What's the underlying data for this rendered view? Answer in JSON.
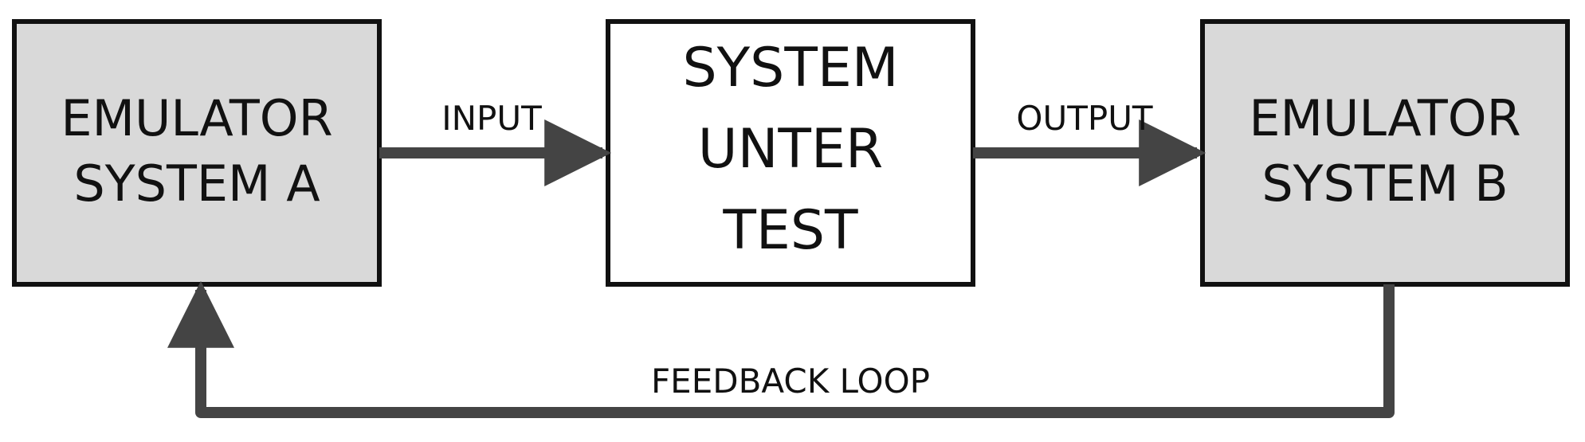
{
  "colors": {
    "emulator_fill": "#d9d9d9",
    "center_fill": "#ffffff",
    "border": "#111111",
    "arrow": "#444444",
    "text": "#111111"
  },
  "blocks": {
    "emulator_a": {
      "lines": [
        "EMULATOR",
        "SYSTEM A"
      ]
    },
    "system_under_test": {
      "lines": [
        "SYSTEM",
        "UNTER",
        "TEST"
      ]
    },
    "emulator_b": {
      "lines": [
        "EMULATOR",
        "SYSTEM B"
      ]
    }
  },
  "edges": {
    "input": "INPUT",
    "output": "OUTPUT",
    "feedback": "FEEDBACK LOOP"
  }
}
